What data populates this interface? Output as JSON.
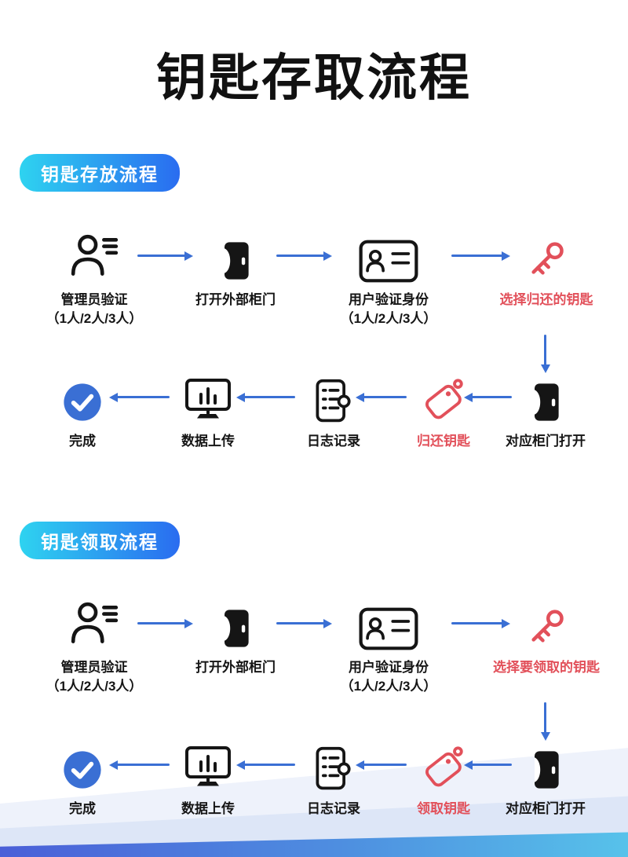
{
  "page": {
    "title": "钥匙存取流程"
  },
  "colors": {
    "accent_red": "#e2505a",
    "arrow_blue": "#3a6fd4",
    "badge_gradient_start": "#2ed3f0",
    "badge_gradient_end": "#2a6cf0"
  },
  "sections": [
    {
      "badge": "钥匙存放流程",
      "row1": [
        {
          "label": "管理员验证",
          "sub": "（1人/2人/3人）",
          "icon": "admin-person-icon"
        },
        {
          "label": "打开外部柜门",
          "icon": "door-icon"
        },
        {
          "label": "用户验证身份",
          "sub": "（1人/2人/3人）",
          "icon": "id-card-icon"
        },
        {
          "label": "选择归还的钥匙",
          "icon": "key-icon"
        }
      ],
      "row2": [
        {
          "label": "对应柜门打开",
          "icon": "door-icon"
        },
        {
          "label": "归还钥匙",
          "icon": "tags-icon"
        },
        {
          "label": "日志记录",
          "icon": "log-icon"
        },
        {
          "label": "数据上传",
          "icon": "monitor-icon"
        },
        {
          "label": "完成",
          "icon": "check-icon"
        }
      ]
    },
    {
      "badge": "钥匙领取流程",
      "row1": [
        {
          "label": "管理员验证",
          "sub": "（1人/2人/3人）",
          "icon": "admin-person-icon"
        },
        {
          "label": "打开外部柜门",
          "icon": "door-icon"
        },
        {
          "label": "用户验证身份",
          "sub": "（1人/2人/3人）",
          "icon": "id-card-icon"
        },
        {
          "label": "选择要领取的钥匙",
          "icon": "key-icon"
        }
      ],
      "row2": [
        {
          "label": "对应柜门打开",
          "icon": "door-icon"
        },
        {
          "label": "领取钥匙",
          "icon": "tags-icon"
        },
        {
          "label": "日志记录",
          "icon": "log-icon"
        },
        {
          "label": "数据上传",
          "icon": "monitor-icon"
        },
        {
          "label": "完成",
          "icon": "check-icon"
        }
      ]
    }
  ]
}
